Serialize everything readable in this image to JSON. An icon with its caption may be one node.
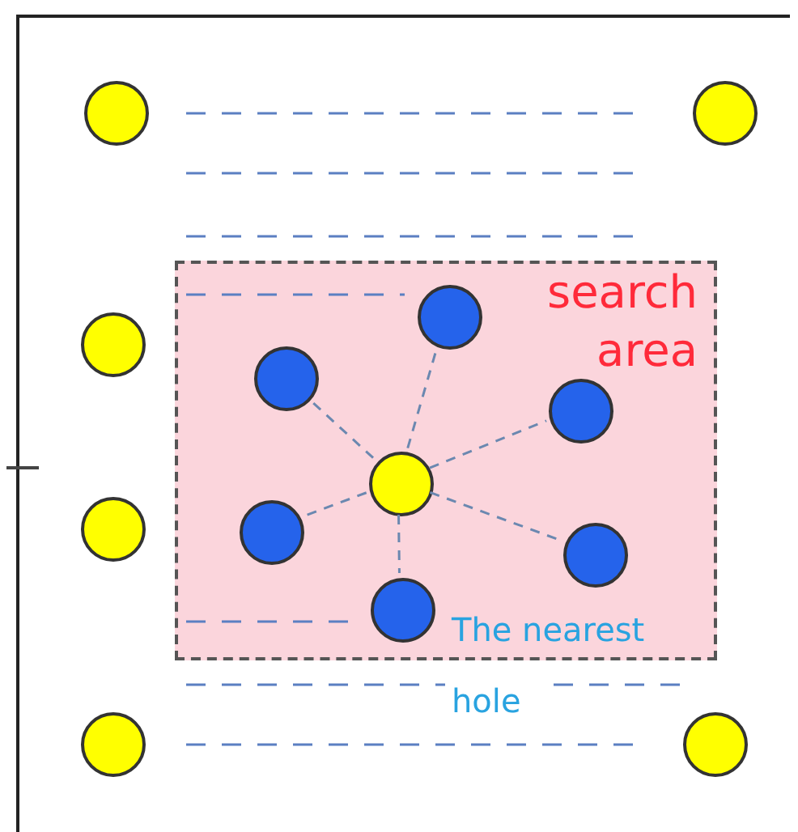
{
  "diagram": {
    "nodes": [
      {
        "text": [
          "search area"
        ]
      },
      {
        "text": [],
        "shape": "circle"
      },
      {
        "text": [],
        "shape": "circle"
      },
      {
        "text": [],
        "shape": "circle"
      },
      {
        "text": [],
        "shape": "circle"
      },
      {
        "text": [],
        "shape": "circle"
      },
      {
        "text": [],
        "shape": "circle"
      },
      {
        "text": [],
        "shape": "circle",
        "in": 0
      },
      {
        "text": [],
        "shape": "circle",
        "in": 0
      },
      {
        "text": [],
        "shape": "circle",
        "in": 0
      },
      {
        "text": [],
        "shape": "circle",
        "in": 0
      },
      {
        "text": [],
        "shape": "circle",
        "in": 0
      },
      {
        "text": [],
        "shape": "circle",
        "in": 0
      },
      {
        "text": [],
        "shape": "circle",
        "in": 0
      }
    ],
    "edges": [
      {
        "from": 7,
        "to": 8,
        "arrow": "none",
        "style": "dashed"
      },
      {
        "from": 7,
        "to": 9,
        "arrow": "none",
        "style": "dashed"
      },
      {
        "from": 7,
        "to": 10,
        "arrow": "none",
        "style": "dashed"
      },
      {
        "from": 7,
        "to": 11,
        "arrow": "none",
        "style": "dashed"
      },
      {
        "from": 7,
        "to": 12,
        "arrow": "none",
        "style": "dashed"
      },
      {
        "from": 7,
        "to": 13,
        "arrow": "none",
        "style": "dashed"
      }
    ],
    "labels": [
      "The nearest hole"
    ]
  }
}
